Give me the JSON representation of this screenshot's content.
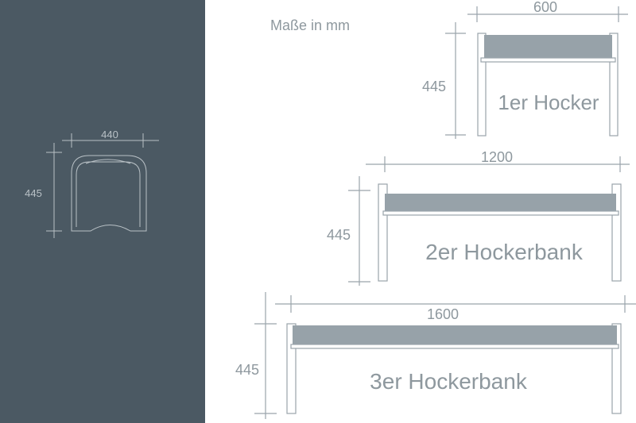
{
  "title": "Maße in mm",
  "side_view": {
    "width_label": "440",
    "height_label": "445"
  },
  "benches": [
    {
      "name": "1er Hocker",
      "width_label": "600",
      "height_label": "445"
    },
    {
      "name": "2er Hockerbank",
      "width_label": "1200",
      "height_label": "445"
    },
    {
      "name": "3er Hockerbank",
      "width_label": "1600",
      "height_label": "445"
    }
  ],
  "colors": {
    "panel_bg": "#4b5963",
    "line": "#9aa4ab",
    "seat_fill": "#97a2a9",
    "text": "#8e989e",
    "side_line": "#b9c1c6"
  }
}
